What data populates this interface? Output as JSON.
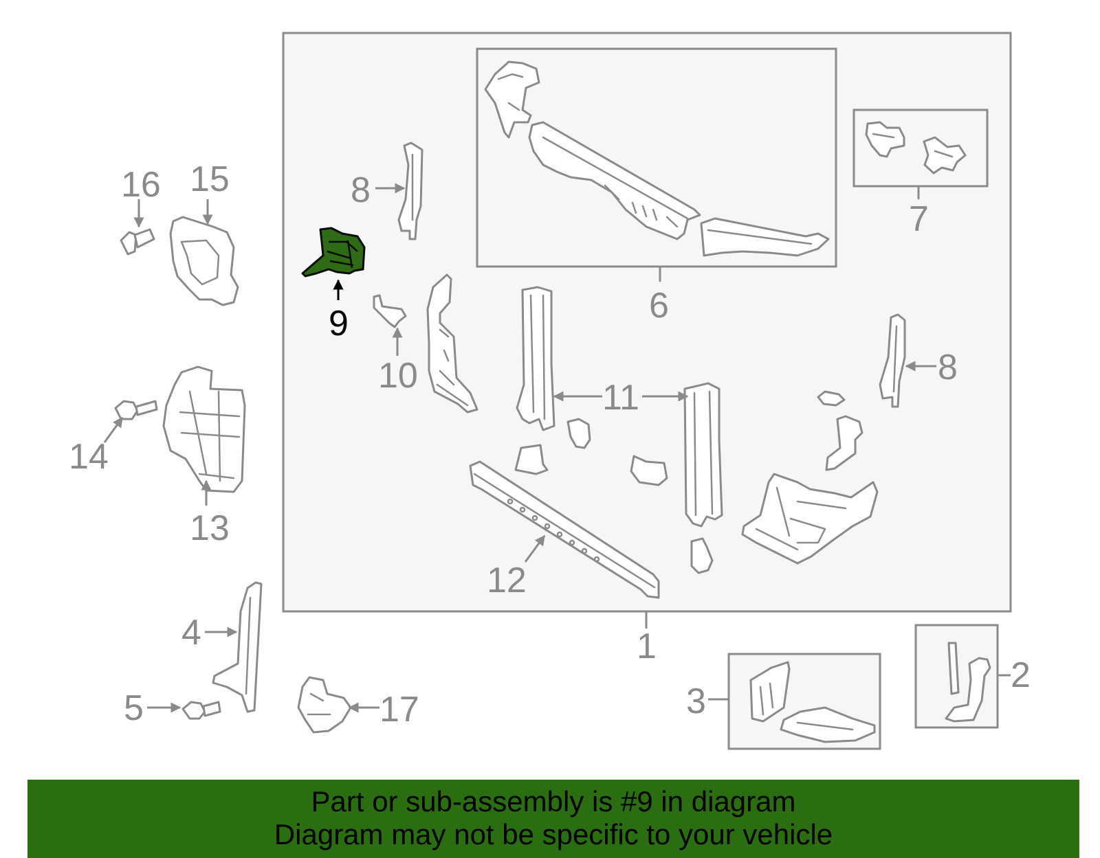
{
  "callouts": {
    "c1": "1",
    "c2": "2",
    "c3": "3",
    "c4": "4",
    "c5": "5",
    "c6": "6",
    "c7": "7",
    "c8a": "8",
    "c8b": "8",
    "c9": "9",
    "c10": "10",
    "c11": "11",
    "c12": "12",
    "c13": "13",
    "c14": "14",
    "c15": "15",
    "c16": "16",
    "c17": "17"
  },
  "highlighted_part": "9",
  "colors": {
    "highlight_fill": "#2e6b14",
    "banner_bg": "#2b6e12",
    "line_gray": "#8a8a8a"
  },
  "banner": {
    "line1": "Part or sub-assembly is #9 in diagram",
    "line2": "Diagram may not be specific to your vehicle"
  }
}
